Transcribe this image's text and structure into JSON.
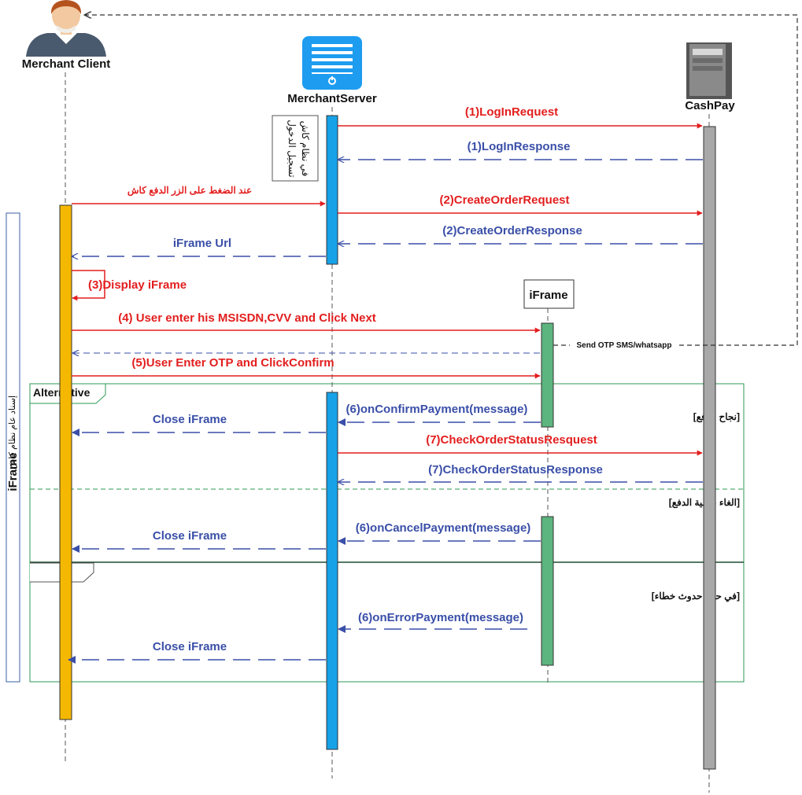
{
  "participants": {
    "client": "Merchant Client",
    "server": "MerchantServer",
    "cashpay": "CashPay",
    "iframe": "iFrame"
  },
  "notes": {
    "server_login_line1": "تسجيل الدخول",
    "server_login_line2": "في نظام كاش",
    "iframe_side": "iFrame",
    "iframe_side_arabic": "إسناد عام نظام كاش"
  },
  "fragment": {
    "label": "Alternative",
    "guard_success": "[نجاح الدفع]",
    "guard_cancel": "[الغاء عملية الدفع]",
    "guard_error": "[في حالة حدوث خطاء]"
  },
  "messages": [
    {
      "label": "(1)LogInRequest",
      "kind": "request"
    },
    {
      "label": "(1)LogInResponse",
      "kind": "response"
    },
    {
      "label": "عند الضغط على الزر الدفع كاش",
      "kind": "request"
    },
    {
      "label": "(2)CreateOrderRequest",
      "kind": "request"
    },
    {
      "label": "(2)CreateOrderResponse",
      "kind": "response"
    },
    {
      "label": "iFrame Url",
      "kind": "response"
    },
    {
      "label": "(3)Display iFrame",
      "kind": "request"
    },
    {
      "label": "(4) User enter his MSISDN,CVV  and  Click Next",
      "kind": "request"
    },
    {
      "label": "Send OTP SMS/whatsapp",
      "kind": "note"
    },
    {
      "label": "(5)User Enter OTP and ClickConfirm",
      "kind": "request"
    },
    {
      "label": "(6)onConfirmPayment(message)",
      "kind": "response"
    },
    {
      "label": "Close iFrame",
      "kind": "response"
    },
    {
      "label": "(7)CheckOrderStatusResquest",
      "kind": "request"
    },
    {
      "label": "(7)CheckOrderStatusResponse",
      "kind": "response"
    },
    {
      "label": "(6)onCancelPayment(message)",
      "kind": "response"
    },
    {
      "label": "Close iFrame",
      "kind": "response"
    },
    {
      "label": "(6)onErrorPayment(message)",
      "kind": "response"
    },
    {
      "label": "Close iFrame",
      "kind": "response"
    }
  ],
  "colors": {
    "request": "#e31e1e",
    "response": "#3a4fa8",
    "client_bar": "#f5b800",
    "server_bar": "#17a2e8",
    "cashpay_bar": "#a8a8a8",
    "iframe_bar": "#5cb47f",
    "fragment_border": "#2e9a53"
  }
}
